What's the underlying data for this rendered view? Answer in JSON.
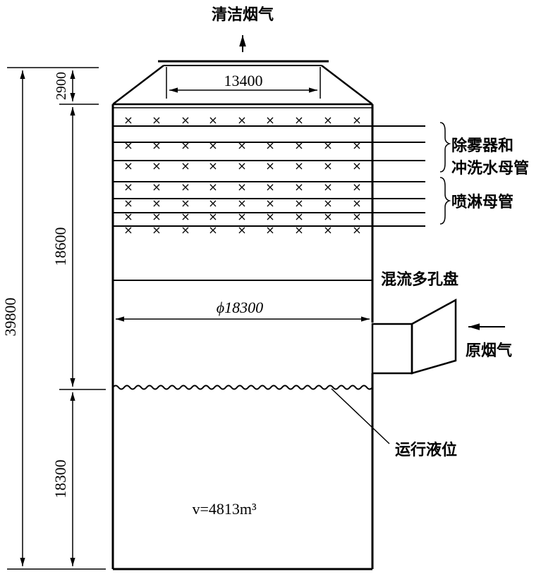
{
  "labels": {
    "clean_gas": "清洁烟气",
    "demister_line1": "除雾器和",
    "demister_line2": "冲洗水母管",
    "spray_header": "喷淋母管",
    "tray": "混流多孔盘",
    "raw_gas": "原烟气",
    "level": "运行液位"
  },
  "dimensions": {
    "top_width": "13400",
    "diameter": "ϕ18300",
    "total_height": "39800",
    "cone_height": "2900",
    "middle_height": "18600",
    "bottom_height": "18300",
    "volume": "v=4813m³"
  }
}
